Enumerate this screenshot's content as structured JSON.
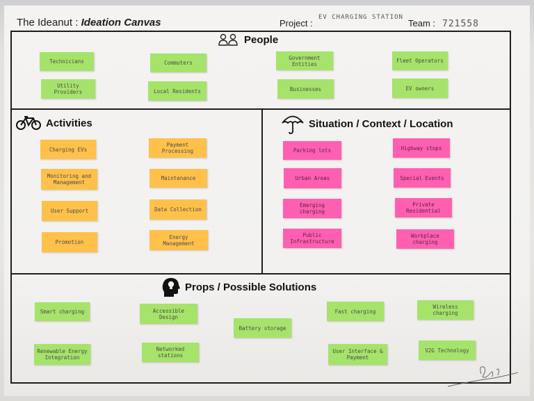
{
  "header": {
    "brand": "The Ideanut : ",
    "canvas_title": "Ideation Canvas",
    "project_label": "Project :",
    "project_value": "EV CHARGING STATION",
    "team_label": "Team :",
    "team_value": "721558"
  },
  "sections": {
    "people": "People",
    "activities": "Activities",
    "situation": "Situation / Context / Location",
    "props": "Props  / Possible Solutions"
  },
  "notes": {
    "people": [
      "Technicians",
      "Commuters",
      "Government Entities",
      "Fleet Operators",
      "Utility Providers",
      "Local Residents",
      "Businesses",
      "EV owners"
    ],
    "activities": [
      "Charging EVs",
      "Payment Processing",
      "Monitoring and Management",
      "Maintenance",
      "User Support",
      "Data Collection",
      "Promotion",
      "Energy Management"
    ],
    "situation": [
      "Parking lots",
      "Highway stops",
      "Urban Areas",
      "Special Events",
      "Emerging charging",
      "Private Residential",
      "Public Infrastructure",
      "Workplace charging"
    ],
    "props": [
      "Smart charging",
      "Accessible Design",
      "Fast charging",
      "Wireless charging",
      "Battery storage",
      "Renewable Energy Integration",
      "Networked stations",
      "User Interface & Payment",
      "V2G Technology"
    ]
  },
  "icons": {
    "people": "people-icon",
    "activities": "bicycle-icon",
    "situation": "umbrella-icon",
    "props": "head-idea-icon"
  },
  "colors": {
    "people_notes": "#a6e36a",
    "activities_notes": "#ffc14a",
    "situation_notes": "#ff5fb0",
    "props_notes": "#a6e36a"
  }
}
